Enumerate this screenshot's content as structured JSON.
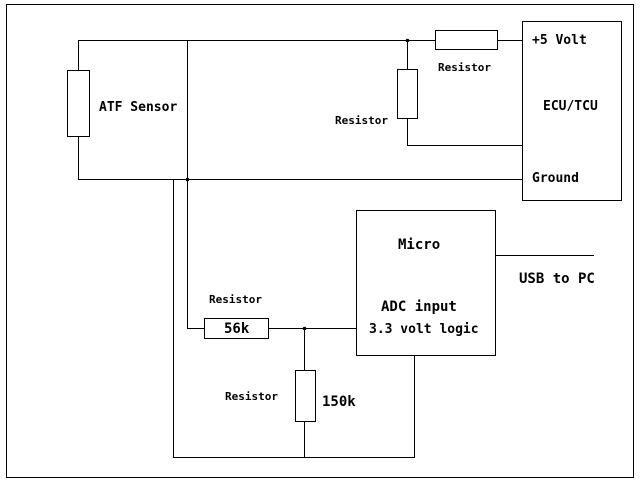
{
  "labels": {
    "atf_sensor": "ATF Sensor",
    "plus5v": "+5 Volt",
    "ecu": "ECU/TCU",
    "ground": "Ground",
    "resistor_top": "Resistor",
    "resistor_mid": "Resistor",
    "resistor_56k_label": "Resistor",
    "r56k": "56k",
    "resistor_150k_label": "Resistor",
    "r150k": "150k",
    "micro": "Micro",
    "adc": "ADC input",
    "logic": "3.3 volt logic",
    "usb": "USB to PC"
  }
}
